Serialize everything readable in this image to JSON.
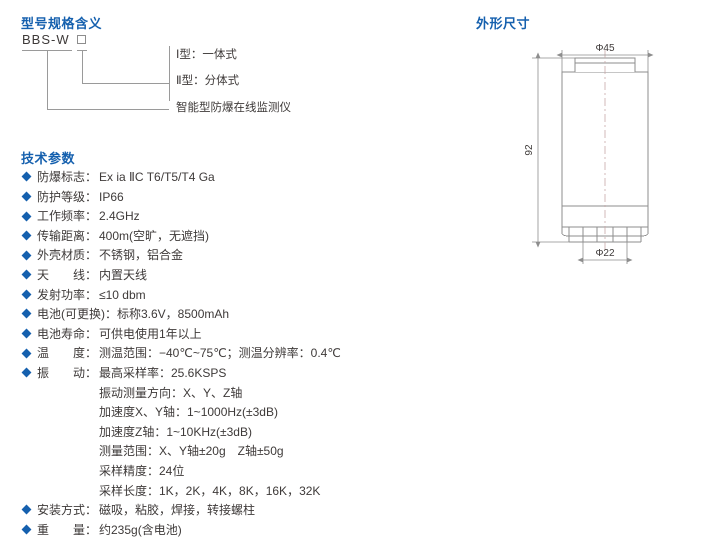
{
  "model_section": {
    "heading": "型号规格含义",
    "code": "BBS-W",
    "box_symbol": "□",
    "leaders": [
      {
        "label": "Ⅰ型：一体式"
      },
      {
        "label": "Ⅱ型：分体式"
      },
      {
        "label": "智能型防爆在线监测仪"
      }
    ]
  },
  "spec_section": {
    "heading": "技术参数",
    "items": [
      {
        "bullet": true,
        "label": "防爆标志：",
        "value": "Ex ia ⅡC T6/T5/T4 Ga"
      },
      {
        "bullet": true,
        "label": "防护等级：",
        "value": "IP66"
      },
      {
        "bullet": true,
        "label": "工作频率：",
        "value": "2.4GHz"
      },
      {
        "bullet": true,
        "label": "传输距离：",
        "value": "400m(空旷，无遮挡)"
      },
      {
        "bullet": true,
        "label": "外壳材质：",
        "value": "不锈钢，铝合金"
      },
      {
        "bullet": true,
        "label": "天　　线：",
        "value": "内置天线"
      },
      {
        "bullet": true,
        "label": "发射功率：",
        "value": "≤10 dbm"
      },
      {
        "bullet": true,
        "label": "电池(可更换)：",
        "value": "标称3.6V，8500mAh"
      },
      {
        "bullet": true,
        "label": "电池寿命：",
        "value": "可供电使用1年以上"
      },
      {
        "bullet": true,
        "label": "温　　度：",
        "value": "测温范围：−40℃~75℃；测温分辨率：0.4℃"
      },
      {
        "bullet": true,
        "label": "振　　动：",
        "value": "最高采样率：25.6KSPS"
      },
      {
        "bullet": false,
        "label": "",
        "value": "振动测量方向：X、Y、Z轴"
      },
      {
        "bullet": false,
        "label": "",
        "value": "加速度X、Y轴：1~1000Hz(±3dB)"
      },
      {
        "bullet": false,
        "label": "",
        "value": "加速度Z轴：1~10KHz(±3dB)"
      },
      {
        "bullet": false,
        "label": "",
        "value": "测量范围：X、Y轴±20g　Z轴±50g"
      },
      {
        "bullet": false,
        "label": "",
        "value": "采样精度：24位"
      },
      {
        "bullet": false,
        "label": "",
        "value": "采样长度：1K，2K，4K，8K，16K，32K"
      },
      {
        "bullet": true,
        "label": "安装方式：",
        "value": "磁吸，粘胶，焊接，转接螺柱"
      },
      {
        "bullet": true,
        "label": "重　　量：",
        "value": "约235g(含电池)"
      }
    ]
  },
  "dimension_section": {
    "heading": "外形尺寸",
    "dimensions": {
      "top_diameter": "Φ45",
      "height": "92",
      "bottom_diameter": "Φ22"
    }
  },
  "colors": {
    "heading_blue": "#1560ae",
    "bullet_blue": "#1560ae",
    "text_gray": "#3e3a39",
    "line_gray": "#9a9a9a",
    "drawing_line": "#8d8d8d"
  }
}
